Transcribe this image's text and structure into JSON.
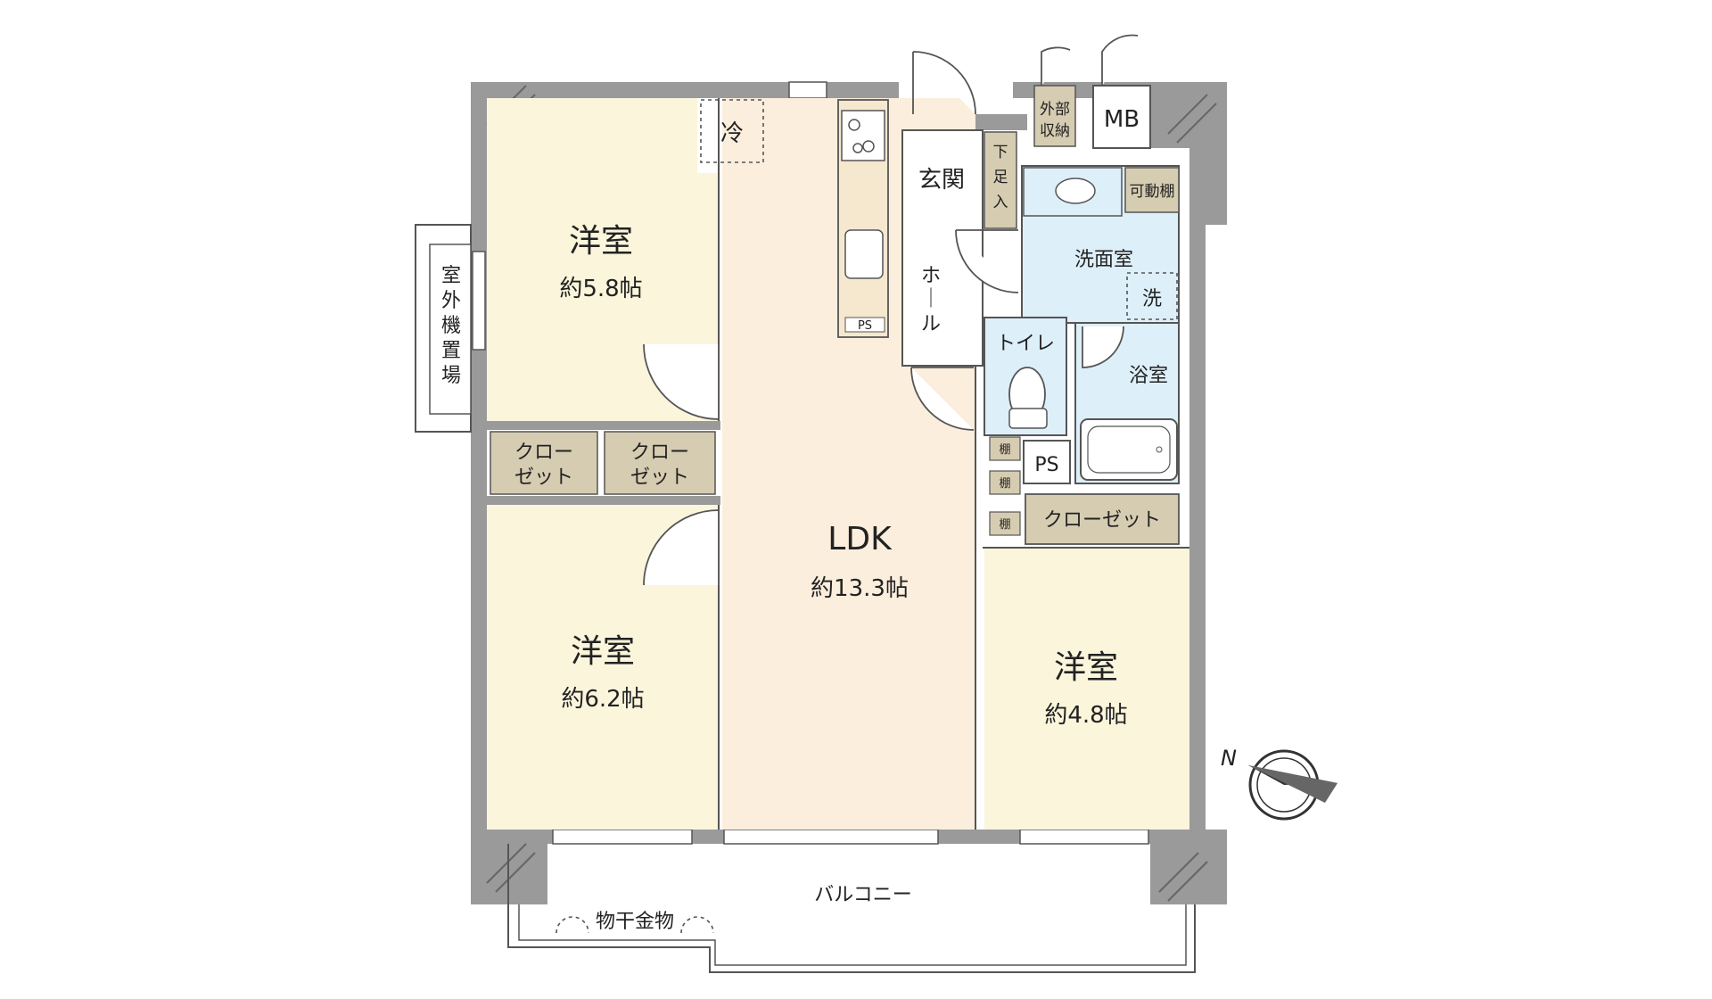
{
  "rooms": {
    "western1": {
      "name": "洋室",
      "size": "約5.8帖"
    },
    "western2": {
      "name": "洋室",
      "size": "約6.2帖"
    },
    "western3": {
      "name": "洋室",
      "size": "約4.8帖"
    },
    "ldk": {
      "name": "LDK",
      "size": "約13.3帖"
    }
  },
  "labels": {
    "refrigerator": "冷",
    "entrance": "玄関",
    "shoe_storage": "下足入",
    "hall": "ホール",
    "outdoor_storage": "外部収納",
    "meter_box": "MB",
    "movable_shelf": "可動棚",
    "washroom": "洗面室",
    "washer": "洗",
    "toilet": "トイレ",
    "bathroom": "浴室",
    "pipe_space": "PS",
    "pipe_space_kitchen": "PS",
    "shelf": "棚",
    "closet_long": "クローゼット",
    "closet_a": [
      "クロー",
      "ゼット"
    ],
    "closet_b": [
      "クロー",
      "ゼット"
    ],
    "ac_unit_space": [
      "室",
      "外",
      "機",
      "置",
      "場"
    ],
    "balcony": "バルコニー",
    "laundry_hanger": "物干金物",
    "compass_north": "N"
  },
  "colors": {
    "western_room": "#fbf5dc",
    "ldk": "#fbeedd",
    "wet_area": "#ddeff9",
    "storage": "#d6ccb1",
    "wall": "#9a9a9a"
  }
}
